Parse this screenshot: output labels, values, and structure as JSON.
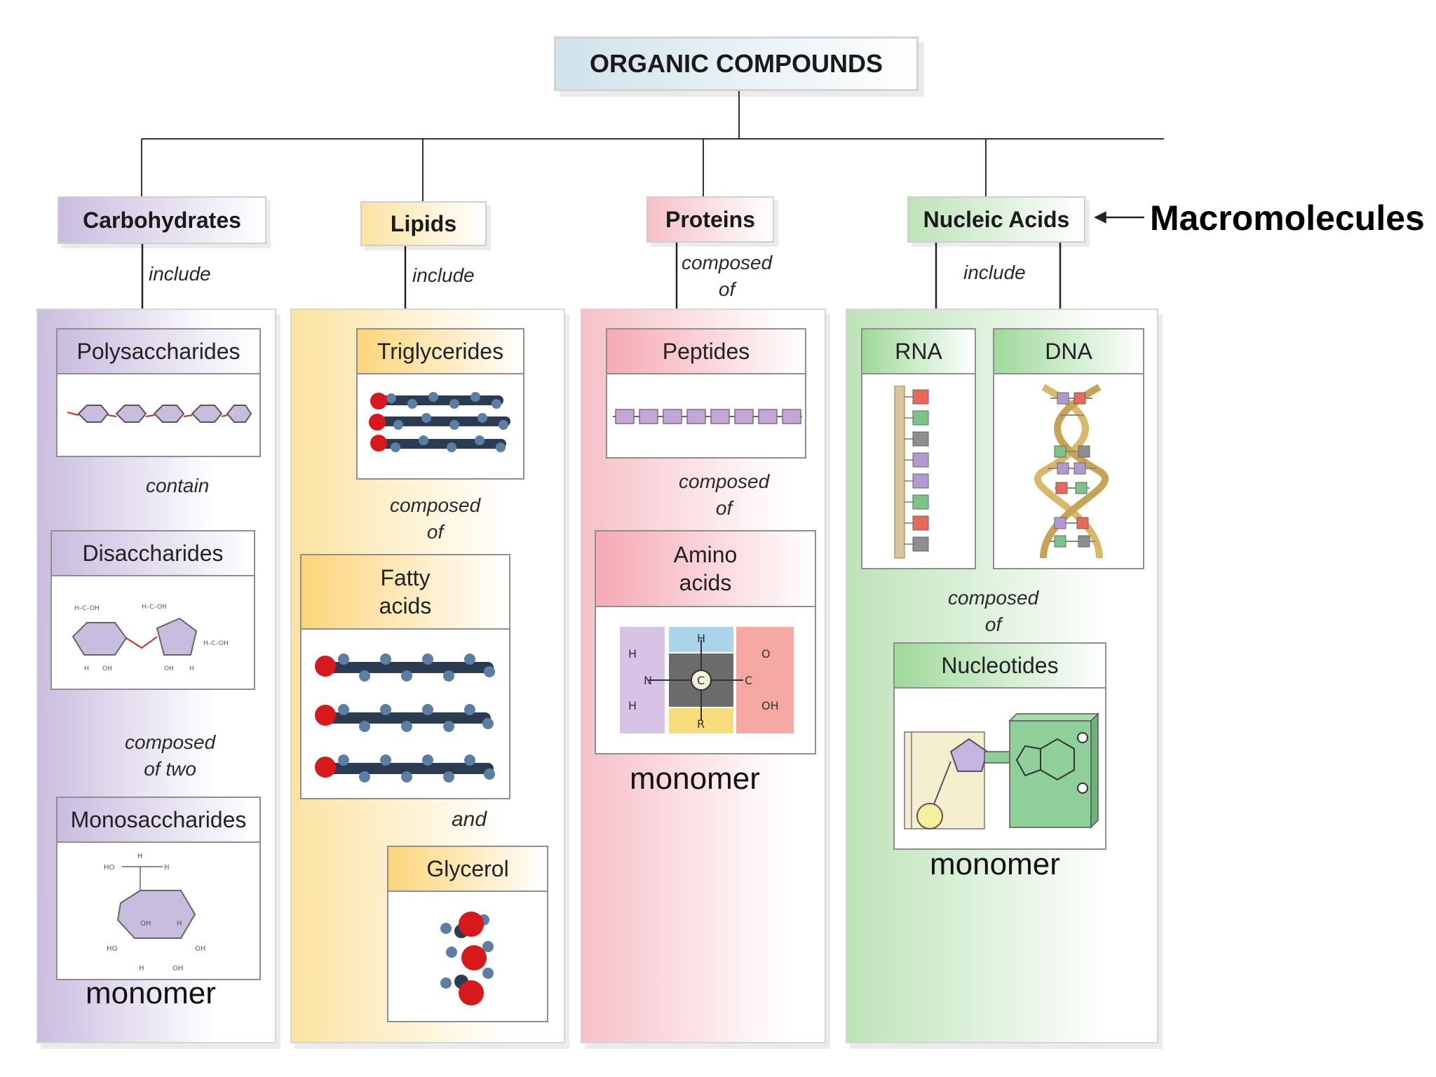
{
  "title": "ORGANIC COMPOUNDS",
  "macromolecules_label": "Macromolecules",
  "categories": {
    "carbohydrates": {
      "name": "Carbohydrates",
      "include": "include",
      "polysaccharides": "Polysaccharides",
      "contain": "contain",
      "disaccharides": "Disaccharides",
      "composed_two_line1": "composed",
      "composed_two_line2": "of two",
      "monosaccharides": "Monosaccharides",
      "monomer": "monomer"
    },
    "lipids": {
      "name": "Lipids",
      "include": "include",
      "triglycerides": "Triglycerides",
      "composed_line1": "composed",
      "composed_line2": "of",
      "fatty_acids_line1": "Fatty",
      "fatty_acids_line2": "acids",
      "and": "and",
      "glycerol": "Glycerol"
    },
    "proteins": {
      "name": "Proteins",
      "composed_line1": "composed",
      "composed_line2": "of",
      "peptides": "Peptides",
      "composed2_line1": "composed",
      "composed2_line2": "of",
      "amino_line1": "Amino",
      "amino_line2": "acids",
      "monomer": "monomer",
      "amino_atoms": {
        "h_top": "H",
        "n": "N",
        "c": "C",
        "r": "R",
        "o": "O",
        "oh": "OH",
        "h1": "H",
        "h2": "H",
        "c2": "C"
      }
    },
    "nucleic_acids": {
      "name": "Nucleic Acids",
      "include": "include",
      "rna": "RNA",
      "dna": "DNA",
      "composed_line1": "composed",
      "composed_line2": "of",
      "nucleotides": "Nucleotides",
      "monomer": "monomer"
    }
  },
  "colors": {
    "carbohydrates": "#c9bddf",
    "lipids": "#fbe3a0",
    "proteins": "#f6c0c8",
    "nucleic_acids": "#bde3b8"
  }
}
